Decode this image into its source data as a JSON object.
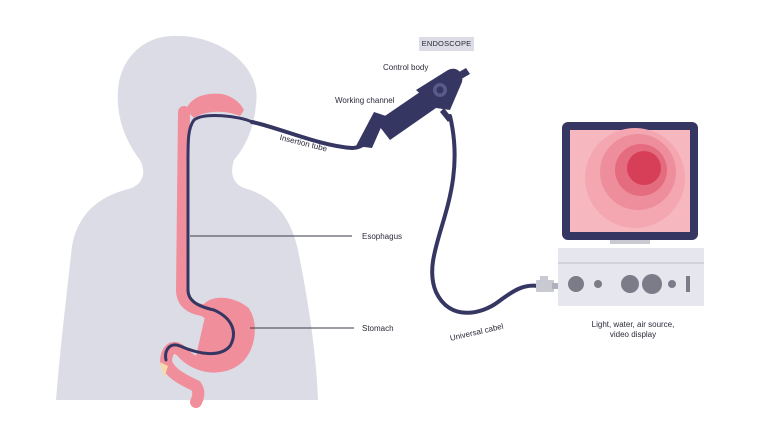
{
  "title_tag": "ENDOSCOPE",
  "labels": {
    "control_body": "Control body",
    "working_channel": "Working channel",
    "insertion_tube": "Insertion tube",
    "esophagus": "Esophagus",
    "stomach": "Stomach",
    "universal_cable": "Universal cabel"
  },
  "console_caption": {
    "line1": "Light, water, air source,",
    "line2": "video display"
  },
  "colors": {
    "silhouette": "#dcdce6",
    "organ": "#f08f9b",
    "scope": "#363663",
    "screen_outer": "#f6b7bf",
    "screen_inner": "#d63f57",
    "console": "#e6e6ee"
  }
}
